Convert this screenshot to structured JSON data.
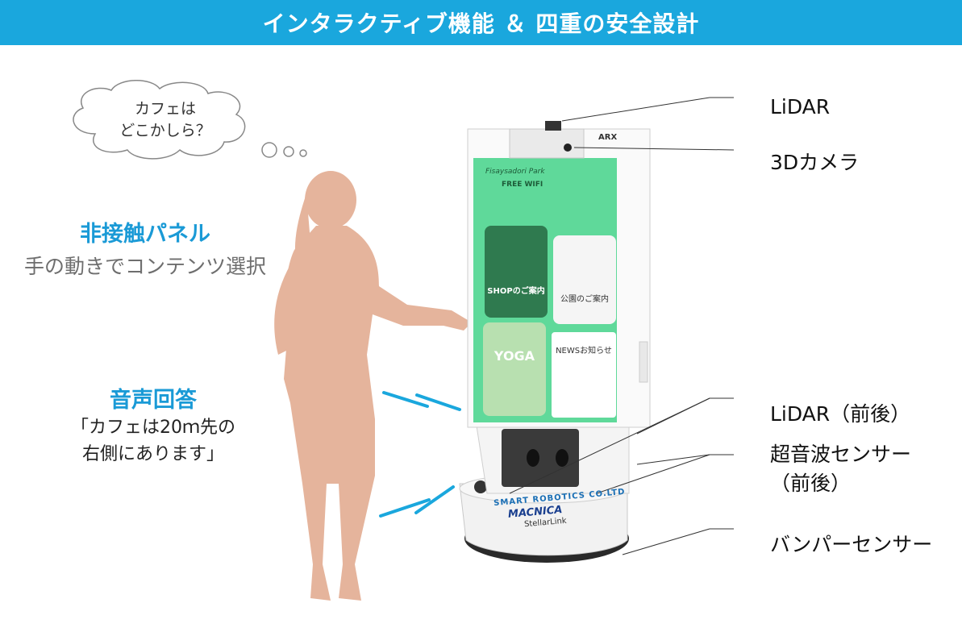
{
  "header": {
    "title": "インタラクティブ機能 ＆ 四重の安全設計"
  },
  "thought_bubble": {
    "line1": "カフェは",
    "line2": "どこかしら？"
  },
  "features": {
    "touchless": {
      "title": "非接触パネル",
      "desc": "手の動きでコンテンツ選択"
    },
    "voice": {
      "title": "音声回答",
      "line1": "「カフェは20ｍ先の",
      "line2": "右側にあります」"
    }
  },
  "callouts": {
    "lidar_top": "LiDAR",
    "camera": "3Dカメラ",
    "lidar_front_back": "LiDAR（前後）",
    "ultrasonic": "超音波センサー",
    "ultrasonic_sub": "（前後）",
    "bumper": "バンパーセンサー"
  },
  "screen": {
    "brand": "Fisaysadori Park",
    "wifi": "FREE WIFI",
    "tile_shop": "SHOPのご案内",
    "tile_park": "公園のご案内",
    "tile_yoga": "YOGA",
    "tile_news": "NEWSお知らせ"
  },
  "robot": {
    "logo1": "SMART ROBOTICS CO.LTD",
    "logo2": "MACNICA",
    "logo3": "StellarLink",
    "logo_top": "ARX"
  },
  "colors": {
    "header": "#1aa7dd",
    "accent_text": "#1a9ad6",
    "screen_green": "#5fd99a",
    "silhouette": "#e5b49c",
    "sound_waves": "#1aa7dd"
  }
}
